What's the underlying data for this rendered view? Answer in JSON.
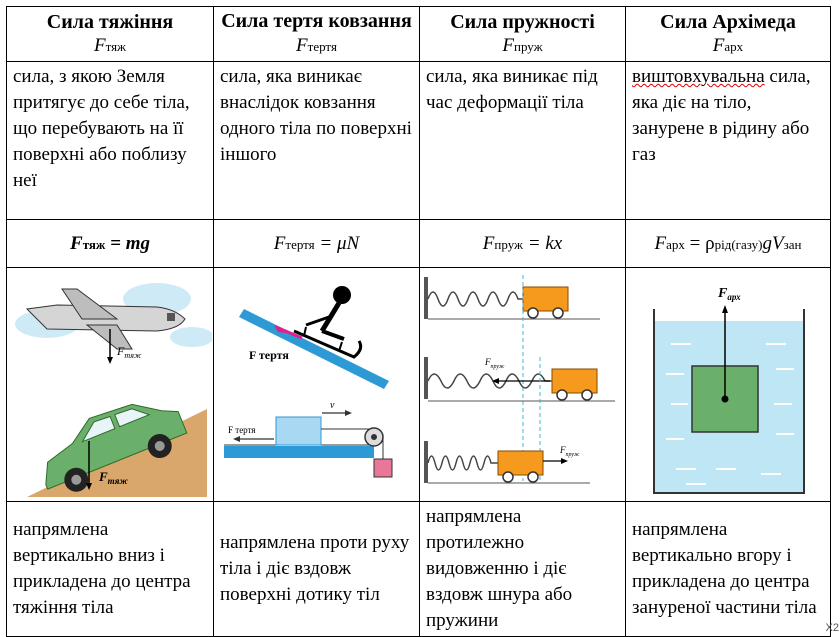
{
  "headers": [
    {
      "title": "Сила тяжіння",
      "symbol": "F",
      "symbol_sub": "тяж"
    },
    {
      "title": "Сила тертя ковзання",
      "symbol": "F",
      "symbol_sub": "тертя"
    },
    {
      "title": "Сила пружності",
      "symbol": "F",
      "symbol_sub": "пруж"
    },
    {
      "title": "Сила Архімеда",
      "symbol": "F",
      "symbol_sub": "арх"
    }
  ],
  "descriptions": [
    "сила, з якою Земля притягує до себе тіла, що перебувають на її поверхні або поблизу неї",
    "сила, яка виникає внаслідок ковзання одного тіла по поверхні іншого",
    "сила, яка виникає під час деформації тіла",
    {
      "first_word": "виштовхувальна",
      "rest": " сила, яка діє на тіло, занурене в рідину або газ"
    }
  ],
  "formulas": {
    "gravity": {
      "lhs": "F",
      "sub": "тяж",
      "rhs": " = mg"
    },
    "friction": {
      "lhs": "F",
      "sub": "тертя",
      "rhs": " = μN"
    },
    "elastic": {
      "lhs": "F",
      "sub": "пруж",
      "rhs": " = kx"
    },
    "archimedes": {
      "lhs": "F",
      "sub": "арх",
      "eq": " = ρ",
      "rho_sub": "рід(газу)",
      "rhs": "gV",
      "v_sub": "зан"
    }
  },
  "image_labels": {
    "gravity_plane": {
      "main": "F",
      "sub": "тяж"
    },
    "gravity_car": {
      "main": "F",
      "sub": "тяж"
    },
    "friction_sled": "F тертя",
    "friction_block": "F тертя",
    "friction_velocity": "v",
    "spring_mid": {
      "main": "F",
      "sub": "пруж"
    },
    "spring_bottom": {
      "main": "F",
      "sub": "пруж"
    },
    "archimedes": {
      "main": "F",
      "sub": "арх"
    }
  },
  "directions": [
    "напрямлена вертикально вниз і прикладена до центра тяжіння тіла",
    "напрямлена проти руху тіла і діє вздовж поверхні дотику тіл",
    "напрямлена протилежно видовженню і діє вздовж шнура або пружини",
    "напрямлена вертикально вгору і прикладена до центра зануреної частини тіла"
  ],
  "corner_mark": "X2",
  "colors": {
    "water": "#bfe6f5",
    "green": "#6ab06a",
    "orange": "#f59a1c",
    "slope": "#d9a66b",
    "ramp": "#2d9ad6"
  }
}
